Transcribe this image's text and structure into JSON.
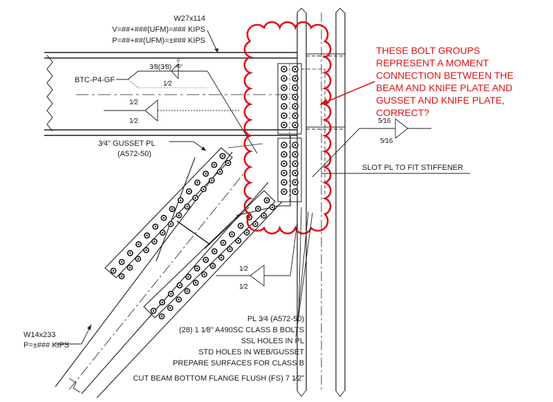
{
  "beam": {
    "size": "W27x114",
    "shear": "V=##+###(UFM)=### KIPS",
    "axial": "P=##+##(UFM)=±### KIPS",
    "mark": "BTC-P4-GF"
  },
  "weld_symbols": {
    "top_frac": "3⁄8(3⁄8)",
    "top_below": "1⁄2",
    "top_angle_a": "0",
    "top_angle_b": "45°",
    "mid_above": "1⁄2",
    "mid_below": "1⁄2",
    "right_above": "5⁄16",
    "right_below": "5⁄16",
    "bottom_above": "1⁄2",
    "bottom_below": "1⁄2"
  },
  "gusset": {
    "label": "3⁄4\" GUSSET PL",
    "material": "(A572-50)"
  },
  "slot_note": "SLOT PL TO FIT STIFFENER",
  "brace": {
    "size": "W14x233",
    "axial": "P=±### KIPS"
  },
  "bolt_notes": [
    "PL 3⁄4 (A572-50)",
    "(28) 1 1⁄8\" A490SC CLASS B BOLTS",
    "SSL HOLES IN PL",
    "STD HOLES IN WEB/GUSSET",
    "PREPARE SURFACES FOR CLASS B",
    "CUT BEAM BOTTOM FLANGE FLUSH (FS) 7 1⁄2\""
  ],
  "question": [
    "THESE BOLT GROUPS",
    "REPRESENT A MOMENT",
    "CONNECTION BETWEEN THE",
    "BEAM AND KNIFE PLATE AND",
    "GUSSET AND KNIFE PLATE,",
    "CORRECT?"
  ],
  "colors": {
    "markup": "#e01010",
    "linework": "#1a1a1a"
  }
}
